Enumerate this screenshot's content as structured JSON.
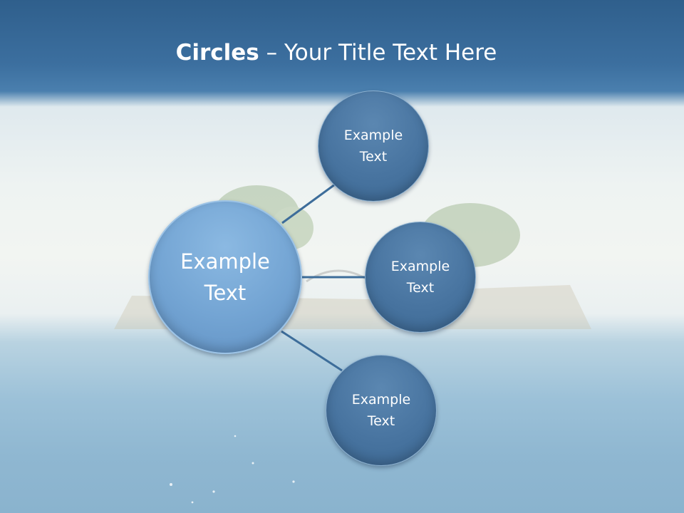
{
  "title": {
    "bold": "Circles",
    "rest": " – Your Title Text Here"
  },
  "diagram": {
    "center": {
      "label": "Example\nText"
    },
    "nodes": [
      {
        "label": "Example\nText"
      },
      {
        "label": "Example\nText"
      },
      {
        "label": "Example\nText"
      }
    ]
  },
  "colors": {
    "header": "#3c6f9f",
    "circle_fill": "#4874a0",
    "main_circle_fill": "#73a4d3",
    "connector": "#3d6d9a"
  }
}
